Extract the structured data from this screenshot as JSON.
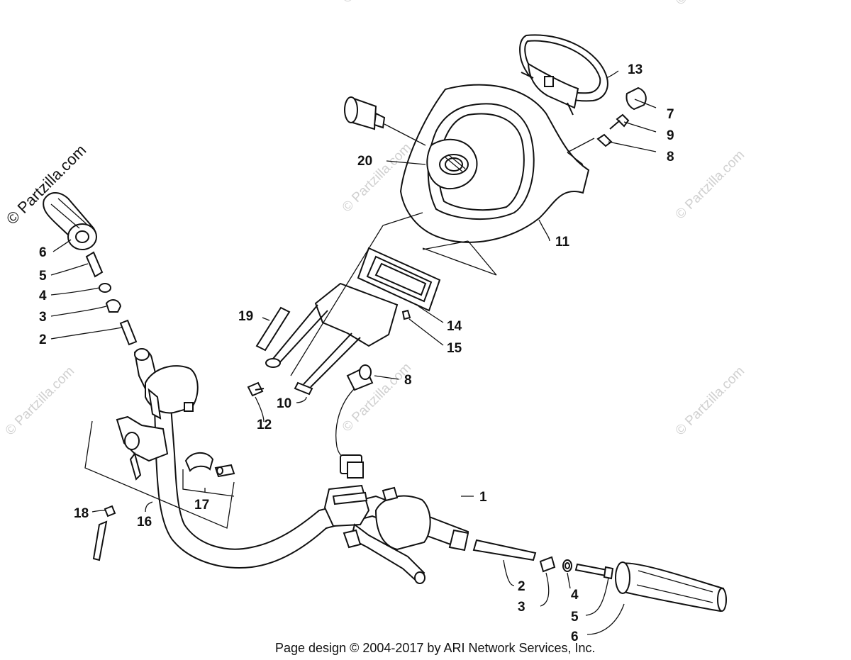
{
  "diagram": {
    "watermarks": [
      "© Partzilla.com",
      "© Partzilla.com",
      "© Partzilla.com",
      "© Partzilla.com",
      "© Partzilla.com",
      "© Partzilla.com",
      "© Partzilla.com"
    ],
    "copyright_mark": "© Partzilla.com",
    "labels": {
      "l1": "1",
      "l2a": "2",
      "l3a": "3",
      "l4a": "4",
      "l5a": "5",
      "l6a": "6",
      "l2b": "2",
      "l3b": "3",
      "l4b": "4",
      "l5b": "5",
      "l6b": "6",
      "l7": "7",
      "l8a": "8",
      "l8b": "8",
      "l9": "9",
      "l10": "10",
      "l11": "11",
      "l12": "12",
      "l13": "13",
      "l14": "14",
      "l15": "15",
      "l16": "16",
      "l17": "17",
      "l18": "18",
      "l19": "19",
      "l20": "20"
    },
    "footer": "Page design © 2004-2017 by ARI Network Services, Inc."
  }
}
